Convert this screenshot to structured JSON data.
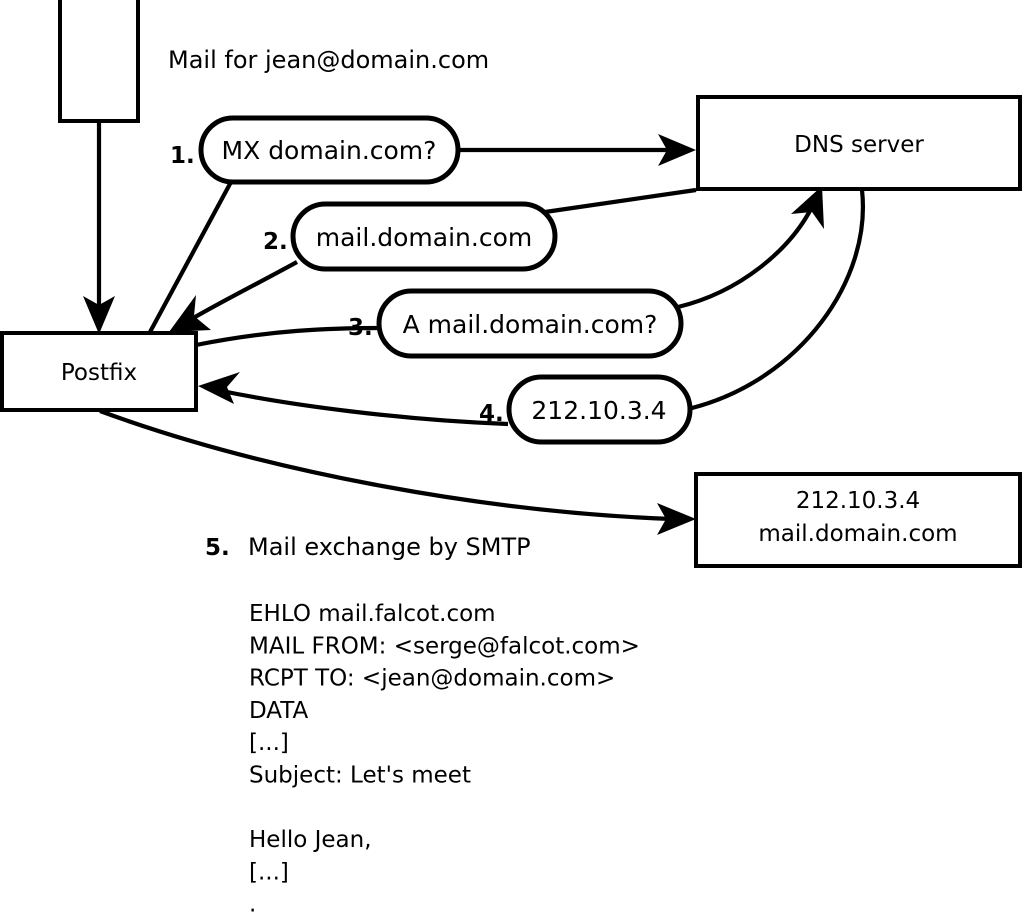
{
  "diagram": {
    "title": "Mail for jean@domain.com",
    "nodes": [
      {
        "id": "client",
        "label": ""
      },
      {
        "id": "postfix",
        "label": "Postfix"
      },
      {
        "id": "dns",
        "label": "DNS server"
      },
      {
        "id": "mailserver",
        "line1": "212.10.3.4",
        "line2": "mail.domain.com"
      }
    ],
    "steps": [
      {
        "number": "1.",
        "bubble": "MX domain.com?"
      },
      {
        "number": "2.",
        "bubble": "mail.domain.com"
      },
      {
        "number": "3.",
        "bubble": "A mail.domain.com?"
      },
      {
        "number": "4.",
        "bubble": "212.10.3.4"
      },
      {
        "number": "5.",
        "label": "Mail exchange by SMTP"
      }
    ],
    "smtp_transcript": [
      "EHLO mail.falcot.com",
      "MAIL FROM: <serge@falcot.com>",
      "RCPT TO: <jean@domain.com>",
      "DATA",
      "[...]",
      "Subject: Let's meet",
      "",
      "Hello Jean,",
      "[...]",
      "."
    ],
    "colors": {
      "stroke": "#000000",
      "fill": "#ffffff",
      "background": "#ffffff"
    }
  }
}
